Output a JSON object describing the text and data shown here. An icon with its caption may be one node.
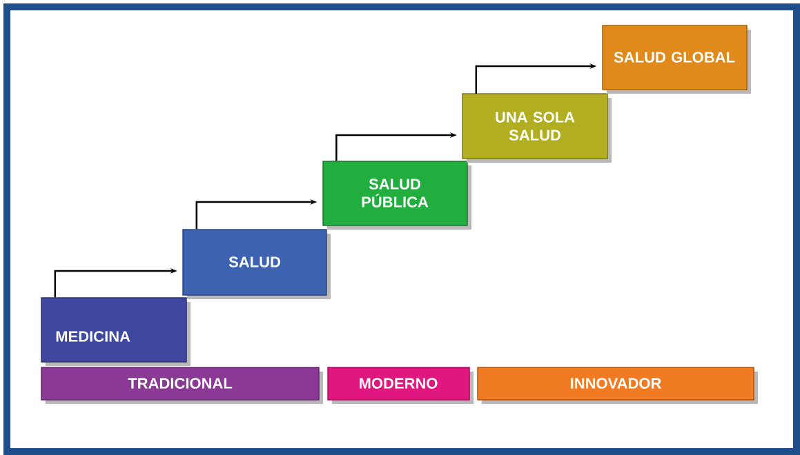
{
  "diagram": {
    "nodes": [
      {
        "text": [
          "MEDICINA"
        ]
      },
      {
        "text": [
          "SALUD"
        ]
      },
      {
        "text": [
          "SALUD PÚBLICA"
        ]
      },
      {
        "text": [
          "UNA SOLA SALUD"
        ]
      },
      {
        "text": [
          "SALUD GLOBAL"
        ]
      },
      {
        "text": [
          "TRADICIONAL"
        ]
      },
      {
        "text": [
          "MODERNO"
        ]
      },
      {
        "text": [
          "INNOVADOR"
        ]
      }
    ],
    "edges": [
      {
        "from": 0,
        "to": 1,
        "arrow": "to"
      },
      {
        "from": 1,
        "to": 2,
        "arrow": "to"
      },
      {
        "from": 2,
        "to": 3,
        "arrow": "to"
      },
      {
        "from": 3,
        "to": 4,
        "arrow": "to"
      }
    ]
  }
}
